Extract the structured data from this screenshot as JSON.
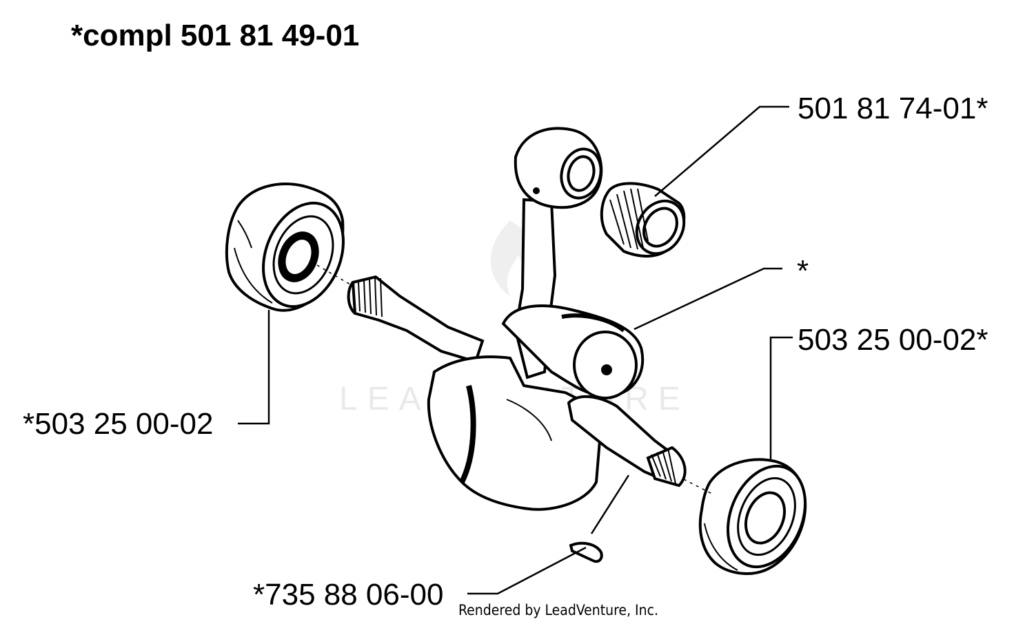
{
  "title": "*compl 501 81 49-01",
  "callouts": [
    {
      "id": "needle-bearing",
      "text": "501 81 74-01*"
    },
    {
      "id": "crankshaft",
      "text": "*"
    },
    {
      "id": "right-ball-bearing",
      "text": "503 25 00-02*"
    },
    {
      "id": "left-ball-bearing",
      "text": "*503 25 00-02"
    },
    {
      "id": "woodruff-key",
      "text": "*735 88 06-00"
    }
  ],
  "watermark": "LEADVENTURE",
  "footer": "Rendered by LeadVenture, Inc.",
  "colors": {
    "line": "#000000",
    "background": "#ffffff",
    "watermark": "#e9e9e9"
  }
}
